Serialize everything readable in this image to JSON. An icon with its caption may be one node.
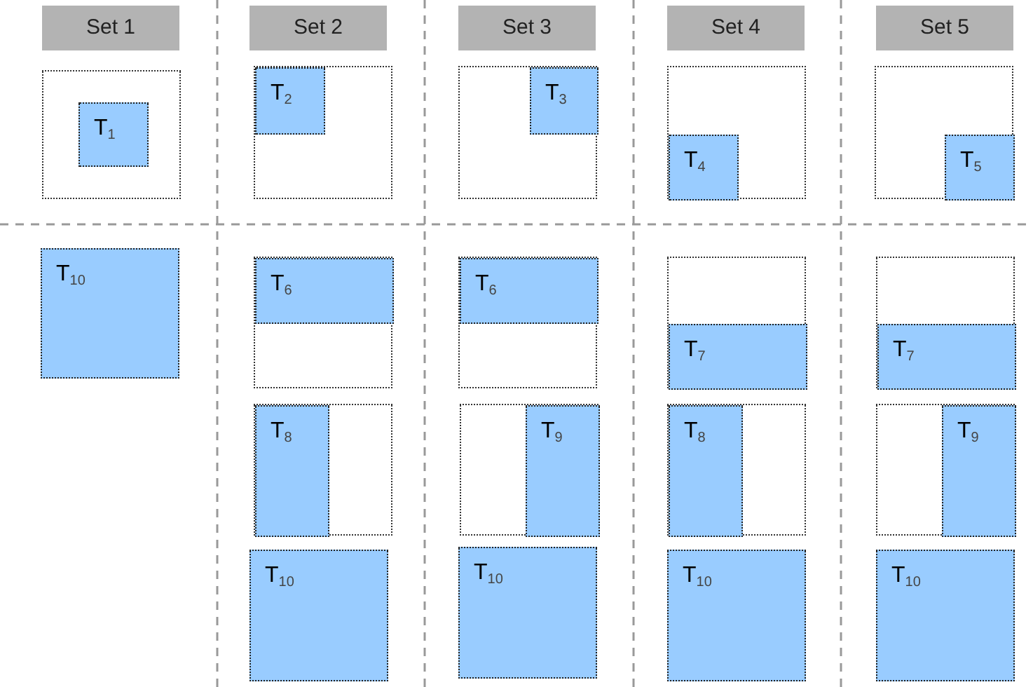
{
  "diagram": {
    "nodes": [
      {
        "text": [
          "Set 1"
        ]
      },
      {
        "text": [
          "Set 2"
        ]
      },
      {
        "text": [
          "Set 3"
        ]
      },
      {
        "text": [
          "Set 4"
        ]
      },
      {
        "text": [
          "Set 5"
        ]
      },
      {
        "text": [],
        "shape": "box"
      },
      {
        "text": [
          "T$_{1}$"
        ],
        "in": 5
      },
      {
        "text": [],
        "shape": "box"
      },
      {
        "text": [
          "T$_{2}$"
        ],
        "in": 7
      },
      {
        "text": [],
        "shape": "box"
      },
      {
        "text": [
          "T$_{3}$"
        ],
        "in": 9
      },
      {
        "text": [],
        "shape": "box"
      },
      {
        "text": [
          "T$_{4}$"
        ],
        "in": 11
      },
      {
        "text": [],
        "shape": "box"
      },
      {
        "text": [
          "T$_{5}$"
        ],
        "in": 13
      },
      {
        "text": [
          "T$_{10}$"
        ]
      },
      {
        "text": [],
        "shape": "box"
      },
      {
        "text": [
          "T$_{6}$"
        ],
        "in": 16
      },
      {
        "text": [],
        "shape": "box"
      },
      {
        "text": [
          "T$_{6}$"
        ],
        "in": 18
      },
      {
        "text": [],
        "shape": "box"
      },
      {
        "text": [
          "T$_{7}$"
        ],
        "in": 20
      },
      {
        "text": [],
        "shape": "box"
      },
      {
        "text": [
          "T$_{7}$"
        ],
        "in": 22
      },
      {
        "text": [],
        "shape": "box"
      },
      {
        "text": [
          "T$_{8}$"
        ],
        "in": 24
      },
      {
        "text": [],
        "shape": "box"
      },
      {
        "text": [
          "T$_{9}$"
        ],
        "in": 26
      },
      {
        "text": [],
        "shape": "box"
      },
      {
        "text": [
          "T$_{8}$"
        ],
        "in": 28
      },
      {
        "text": [],
        "shape": "box"
      },
      {
        "text": [
          "T$_{9}$"
        ],
        "in": 30
      },
      {
        "text": [
          "T$_{10}$"
        ]
      },
      {
        "text": [
          "T$_{10}$"
        ]
      },
      {
        "text": [
          "T$_{10}$"
        ]
      },
      {
        "text": [
          "T$_{10}$"
        ]
      }
    ]
  }
}
